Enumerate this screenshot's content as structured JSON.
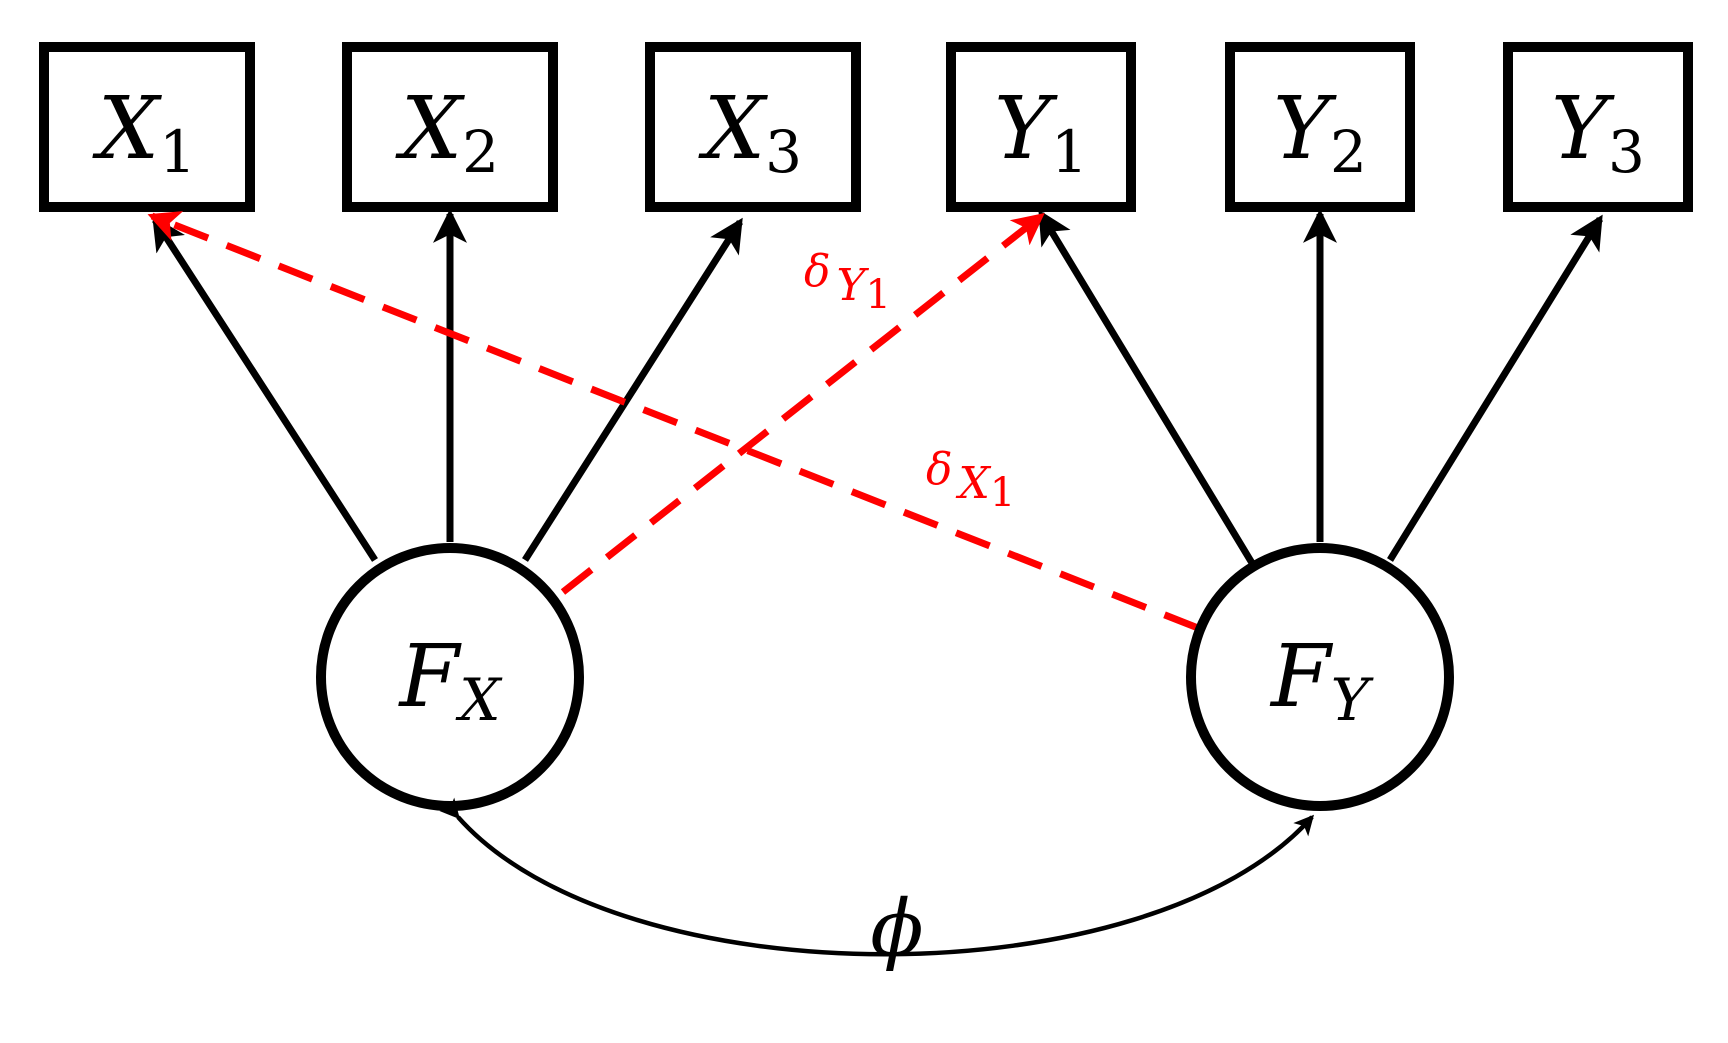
{
  "observed": [
    {
      "id": "x1",
      "var": "X",
      "sub": "1"
    },
    {
      "id": "x2",
      "var": "X",
      "sub": "2"
    },
    {
      "id": "x3",
      "var": "X",
      "sub": "3"
    },
    {
      "id": "y1",
      "var": "Y",
      "sub": "1"
    },
    {
      "id": "y2",
      "var": "Y",
      "sub": "2"
    },
    {
      "id": "y3",
      "var": "Y",
      "sub": "3"
    }
  ],
  "latent": [
    {
      "id": "fx",
      "var": "F",
      "sub": "X"
    },
    {
      "id": "fy",
      "var": "F",
      "sub": "Y"
    }
  ],
  "cross_loadings": [
    {
      "from": "fy",
      "to": "x1",
      "symbol": "δ",
      "sub_var": "X",
      "sub_num": "1"
    },
    {
      "from": "fx",
      "to": "y1",
      "symbol": "δ",
      "sub_var": "Y",
      "sub_num": "1"
    }
  ],
  "covariance": {
    "symbol": "ϕ"
  },
  "colors": {
    "line": "#000000",
    "cross_loading": "#ff0000",
    "background": "#ffffff"
  }
}
